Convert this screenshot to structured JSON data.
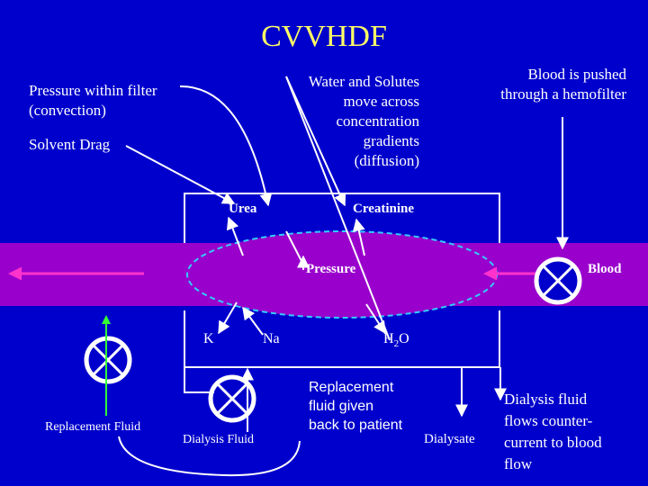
{
  "title": "CVVHDF",
  "labels": {
    "pressure_within_filter": [
      "Pressure within filter",
      "(convection)"
    ],
    "solvent_drag": "Solvent Drag",
    "water_solutes": [
      "Water and Solutes",
      "move across",
      "concentration",
      "gradients",
      "(diffusion)"
    ],
    "blood_pushed": [
      "Blood is pushed",
      "through a hemofilter"
    ],
    "urea": "Urea",
    "creatinine": "Creatinine",
    "pressure": "Pressure",
    "blood": "Blood",
    "k": "K",
    "na": "Na",
    "h2o_main": "H",
    "h2o_sub": "2",
    "h2o_end": "O",
    "replacement_fluid": "Replacement Fluid",
    "dialysis_fluid_small": "Dialysis Fluid",
    "replacement_given": [
      "Replacement",
      "fluid given",
      "back to patient"
    ],
    "dialysate": "Dialysate",
    "dialysis_counter": [
      "Dialysis fluid",
      "flows counter-",
      "current to blood",
      "flow"
    ]
  },
  "colors": {
    "background": "#0000cc",
    "title": "#ffff66",
    "tube": "#9900cc",
    "membrane_dash": "#33ccff",
    "arrow_pink": "#ff33cc",
    "arrow_green": "#33ff33",
    "line": "#ffffff"
  }
}
